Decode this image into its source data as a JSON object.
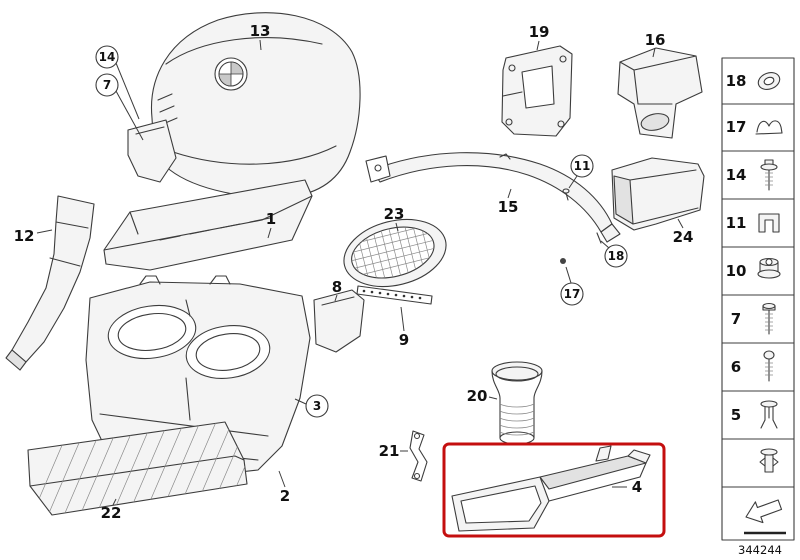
{
  "diagram": {
    "doc_number": "344244",
    "highlight_color": "#c40f0f",
    "callouts": {
      "p1": "1",
      "p2": "2",
      "p3": "3",
      "p4": "4",
      "p7": "7",
      "p8": "8",
      "p9": "9",
      "p11": "11",
      "p12": "12",
      "p13": "13",
      "p14": "14",
      "p15": "15",
      "p16": "16",
      "p17": "17",
      "p18": "18",
      "p19": "19",
      "p20": "20",
      "p21": "21",
      "p22": "22",
      "p23": "23",
      "p24": "24"
    },
    "sidebar": {
      "items": [
        {
          "label": "18",
          "icon": "grommet-icon"
        },
        {
          "label": "17",
          "icon": "spring-clip-icon"
        },
        {
          "label": "14",
          "icon": "screw-washer-icon"
        },
        {
          "label": "11",
          "icon": "speed-clip-icon"
        },
        {
          "label": "10",
          "icon": "flange-nut-icon"
        },
        {
          "label": "7",
          "icon": "bolt-icon"
        },
        {
          "label": "6",
          "icon": "screw-icon"
        },
        {
          "label": "5",
          "icon": "expanding-rivet-icon"
        },
        {
          "label": "",
          "icon": "plastic-rivet-icon"
        },
        {
          "label": "",
          "icon": "direction-arrow-icon"
        }
      ]
    }
  }
}
